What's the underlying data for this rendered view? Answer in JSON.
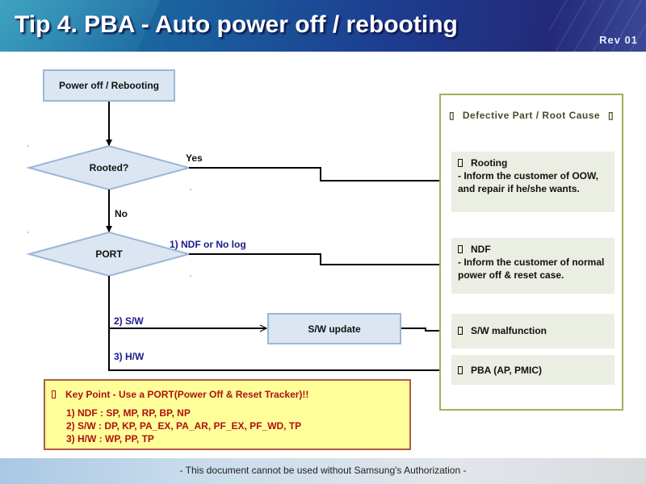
{
  "header": {
    "title": "Tip 4.  PBA - Auto power off / rebooting",
    "revision": "Rev 01"
  },
  "flowchart": {
    "start_box": "Power off / Rebooting",
    "decision_rooted": "Rooted?",
    "decision_port": "PORT",
    "edge_yes": "Yes",
    "edge_no": "No",
    "edge_ndf": "1) NDF or No log",
    "edge_sw": "2) S/W",
    "edge_hw": "3) H/W",
    "sw_update_box": "S/W update"
  },
  "root_cause_panel": {
    "title": "Defective Part / Root Cause",
    "title_bracket_left": "▯",
    "title_bracket_right": "▯",
    "items": [
      {
        "heading": "Rooting",
        "detail": "- Inform the customer of OOW, and repair if he/she wants."
      },
      {
        "heading": "NDF",
        "detail": "- Inform the customer of normal power off & reset case."
      },
      {
        "heading": "S/W malfunction",
        "detail": ""
      },
      {
        "heading": "PBA (AP, PMIC)",
        "detail": ""
      }
    ]
  },
  "key_point": {
    "title": "Key Point - Use a PORT(Power Off & Reset Tracker)!!",
    "items": [
      "1) NDF : SP, MP, RP, BP, NP",
      "2) S/W : DP, KP, PA_EX, PA_AR, PF_EX, PF_WD, TP",
      "3) H/W : WP, PP, TP"
    ]
  },
  "footer": {
    "text": "- This document cannot be used without Samsung's Authorization -"
  },
  "colors": {
    "header_blue": "#1d3d8f",
    "box_fill": "#dce6f2",
    "box_border": "#9bb6d8",
    "panel_border": "#9bb35a",
    "cause_fill": "#ebeee2",
    "keypoint_fill": "#ffff99",
    "keypoint_text": "#b01010",
    "edge_label_blue": "#1a1a8c"
  }
}
